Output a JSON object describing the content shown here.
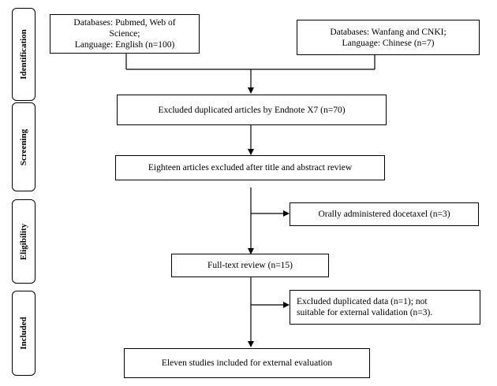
{
  "stages": [
    {
      "id": "identification",
      "label": "Identification"
    },
    {
      "id": "screening",
      "label": "Screening"
    },
    {
      "id": "eligibility",
      "label": "Eligibility"
    },
    {
      "id": "included",
      "label": "Included"
    }
  ],
  "boxes": {
    "source_english": {
      "lines": [
        "Databases: Pubmed, Web of",
        "Science;",
        "Language: English (n=100)"
      ]
    },
    "source_chinese": {
      "lines": [
        "Databases: Wanfang and CNKI;",
        "Language: Chinese (n=7)"
      ]
    },
    "duplicates_removed": {
      "lines": [
        "Excluded duplicated articles  by Endnote X7 (n=70)"
      ]
    },
    "title_abstract_excluded": {
      "lines": [
        "Eighteen articles excluded after title and abstract review"
      ]
    },
    "oral_docetaxel": {
      "lines": [
        "Orally administered docetaxel (n=3)"
      ]
    },
    "fulltext_review": {
      "lines": [
        "Full-text review (n=15)"
      ]
    },
    "excluded_data": {
      "lines": [
        "Excluded duplicated data (n=1); not",
        "suitable for external validation (n=3)."
      ]
    },
    "included_studies": {
      "lines": [
        "Eleven studies included for external evaluation"
      ]
    }
  }
}
